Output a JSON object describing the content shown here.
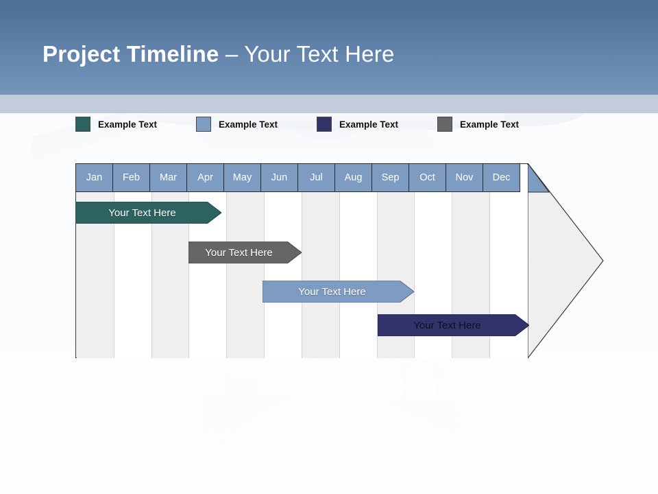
{
  "slide": {
    "title_bold": "Project Timeline",
    "title_light": " – Your Text Here"
  },
  "colors": {
    "header_top": "#4d6d96",
    "header_bottom": "#7794ba",
    "band": "#c3ccda",
    "month_header": "#7e9cc2",
    "col_odd": "#efefef",
    "col_even": "#ffffff",
    "teal": "#2c6360",
    "light_blue": "#7e9cc2",
    "navy": "#33336b",
    "gray": "#666666",
    "outline": "#3a3a3a"
  },
  "legend": {
    "items": [
      {
        "label": "Example Text",
        "color": "#2c6360",
        "swatch_name": "legend-swatch-teal"
      },
      {
        "label": "Example Text",
        "color": "#7e9cc2",
        "swatch_name": "legend-swatch-light-blue"
      },
      {
        "label": "Example Text",
        "color": "#33336b",
        "swatch_name": "legend-swatch-navy"
      },
      {
        "label": "Example Text",
        "color": "#666666",
        "swatch_name": "legend-swatch-gray"
      }
    ]
  },
  "chart_data": {
    "type": "bar",
    "title": "Project Timeline – Your Text Here",
    "xlabel": "",
    "ylabel": "",
    "categories": [
      "Jan",
      "Feb",
      "Mar",
      "Apr",
      "May",
      "Jun",
      "Jul",
      "Aug",
      "Sep",
      "Oct",
      "Nov",
      "Dec"
    ],
    "legend_position": "top",
    "grid": true,
    "tasks": [
      {
        "label": "Your  Text Here",
        "color": "#2c6360",
        "start_month": "Jan",
        "end_month": "Apr",
        "start_index": 0,
        "end_index": 3.9,
        "row": 1
      },
      {
        "label": "Your  Text Here",
        "color": "#666666",
        "start_month": "Apr",
        "end_month": "Jun",
        "start_index": 3.0,
        "end_index": 5.9,
        "row": 2
      },
      {
        "label": "Your  Text Here",
        "color": "#7e9cc2",
        "start_month": "Jun",
        "end_month": "Sep",
        "start_index": 5.0,
        "end_index": 8.9,
        "row": 3
      },
      {
        "label": "Your  Text Here",
        "color": "#33336b",
        "start_month": "Sep",
        "end_month": "Dec",
        "start_index": 8.0,
        "end_index": 11.9,
        "row": 4
      }
    ]
  },
  "months": [
    {
      "label": "Jan"
    },
    {
      "label": "Feb"
    },
    {
      "label": "Mar"
    },
    {
      "label": "Apr"
    },
    {
      "label": "May"
    },
    {
      "label": "Jun"
    },
    {
      "label": "Jul"
    },
    {
      "label": "Aug"
    },
    {
      "label": "Sep"
    },
    {
      "label": "Oct"
    },
    {
      "label": "Nov"
    },
    {
      "label": "Dec"
    }
  ]
}
